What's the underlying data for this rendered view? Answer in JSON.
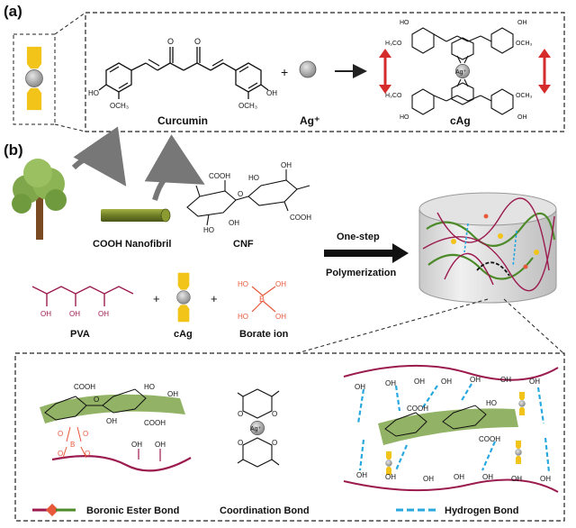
{
  "panel_a": {
    "label": "(a)",
    "curcumin_label": "Curcumin",
    "ag_label": "Ag⁺",
    "cag_label": "cAg",
    "plus": "+",
    "o": "O",
    "oh": "OH",
    "ho": "HO",
    "och3": "OCH₃",
    "h3co": "H₃CO",
    "ag_center": "Ag⁺"
  },
  "panel_b": {
    "label": "(b)",
    "nanofibril_label": "COOH Nanofibril",
    "cnf_label": "CNF",
    "pva_label": "PVA",
    "cag_label": "cAg",
    "borate_label": "Borate ion",
    "step_line1": "One-step",
    "step_line2": "Polymerization",
    "plus": "+",
    "cooh": "COOH",
    "oh": "OH",
    "ho": "HO",
    "o": "O",
    "b": "B",
    "ag_center": "Ag⁺"
  },
  "legend": {
    "boronic": "Boronic Ester Bond",
    "coordination": "Coordination Bond",
    "hydrogen": "Hydrogen Bond"
  },
  "colors": {
    "pva": "#9b1b4f",
    "cnf_green": "#4d8a2a",
    "cag_gold": "#f2c318",
    "arrow_red": "#d62b2b",
    "borate": "#e8593c",
    "hbond": "#29a8e0",
    "ag_gray": "#9a9a9a"
  }
}
